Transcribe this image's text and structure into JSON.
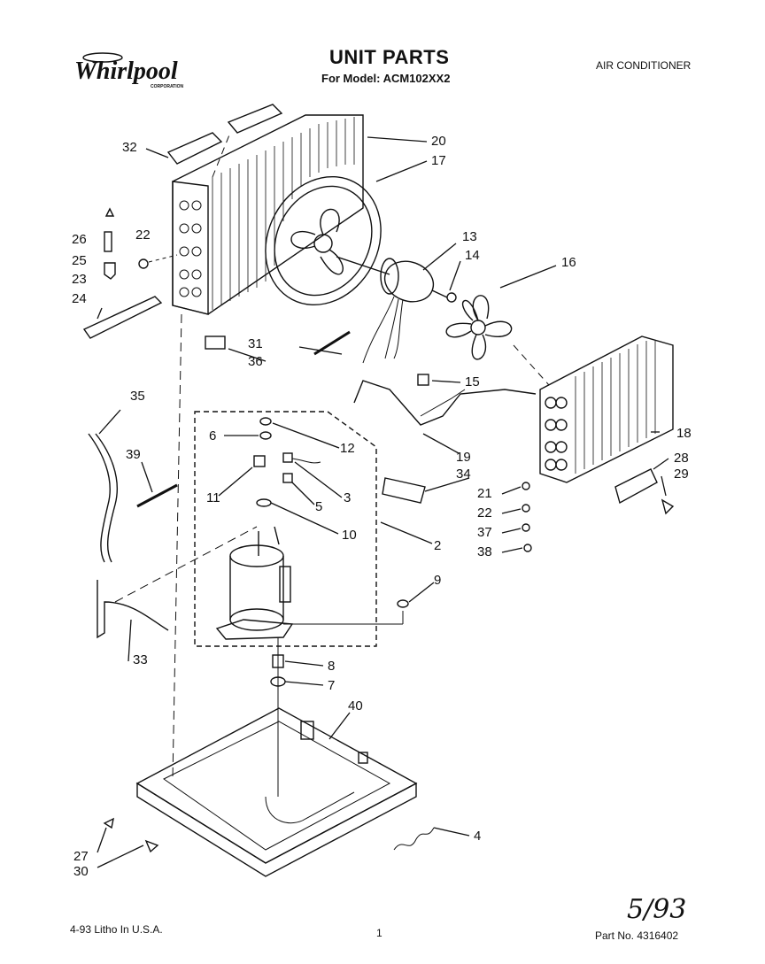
{
  "header": {
    "brand": "Whirlpool",
    "brand_sub": "CORPORATION",
    "title": "UNIT PARTS",
    "model_line": "For Model: ACM102XX2",
    "product": "AIR CONDITIONER"
  },
  "footer": {
    "litho": "4-93 Litho In U.S.A.",
    "page": "1",
    "part_no": "Part No. 4316402",
    "date": "5/93"
  },
  "callouts": {
    "c2": "2",
    "c3": "3",
    "c4": "4",
    "c5": "5",
    "c6": "6",
    "c7": "7",
    "c8": "8",
    "c9": "9",
    "c10": "10",
    "c11": "11",
    "c12": "12",
    "c13": "13",
    "c14": "14",
    "c15": "15",
    "c16": "16",
    "c17": "17",
    "c18": "18",
    "c19": "19",
    "c20": "20",
    "c21": "21",
    "c22a": "22",
    "c22b": "22",
    "c23": "23",
    "c24": "24",
    "c25": "25",
    "c26": "26",
    "c27": "27",
    "c28": "28",
    "c29": "29",
    "c30": "30",
    "c31": "31",
    "c32": "32",
    "c33": "33",
    "c34": "34",
    "c35": "35",
    "c36": "36",
    "c37": "37",
    "c38": "38",
    "c39": "39",
    "c40": "40"
  }
}
